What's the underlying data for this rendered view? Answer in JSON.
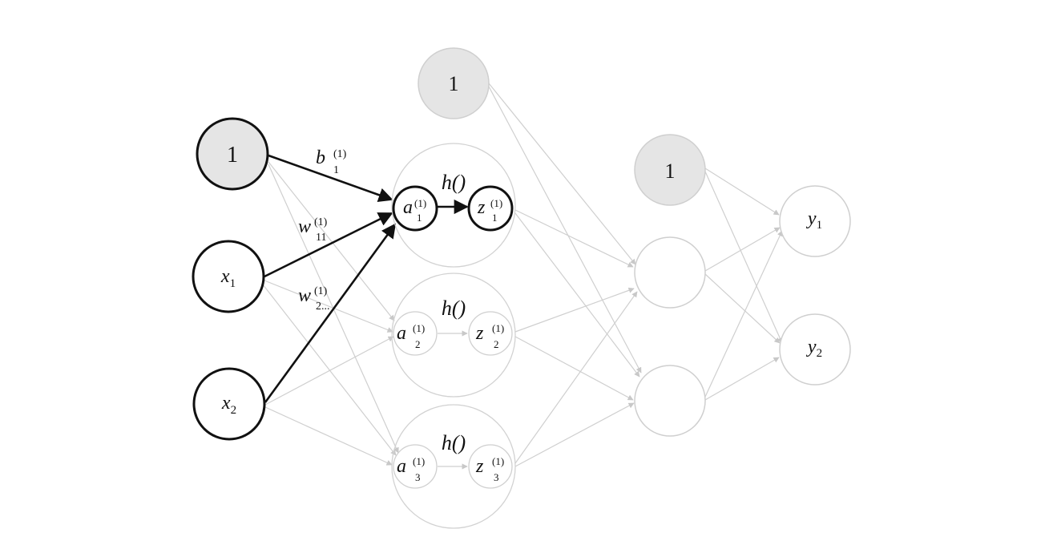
{
  "diagram": {
    "input_bias": {
      "text": "1"
    },
    "input_x1": {
      "base": "x",
      "sub": "1"
    },
    "input_x2": {
      "base": "x",
      "sub": "2"
    },
    "hidden1_bias": {
      "text": "1"
    },
    "hidden2_bias": {
      "text": "1"
    },
    "neurons": [
      {
        "func": "h()",
        "a_base": "a",
        "a_sup": "(1)",
        "a_sub": "1",
        "z_base": "z",
        "z_sup": "(1)",
        "z_sub": "1"
      },
      {
        "func": "h()",
        "a_base": "a",
        "a_sup": "(1)",
        "a_sub": "2",
        "z_base": "z",
        "z_sup": "(1)",
        "z_sub": "2"
      },
      {
        "func": "h()",
        "a_base": "a",
        "a_sup": "(1)",
        "a_sub": "3",
        "z_base": "z",
        "z_sup": "(1)",
        "z_sub": "3"
      }
    ],
    "outputs": [
      {
        "base": "y",
        "sub": "1"
      },
      {
        "base": "y",
        "sub": "2"
      }
    ],
    "edge_labels": {
      "b": {
        "base": "b",
        "sup": "(1)",
        "sub": "1"
      },
      "w11": {
        "base": "w",
        "sup": "(1)",
        "sub": "11"
      },
      "w12": {
        "base": "w",
        "sup": "(1)",
        "sub": "2..."
      }
    },
    "colors": {
      "highlight": "#111111",
      "faded": "#cccccc",
      "bias_fill": "#e5e5e5"
    }
  }
}
